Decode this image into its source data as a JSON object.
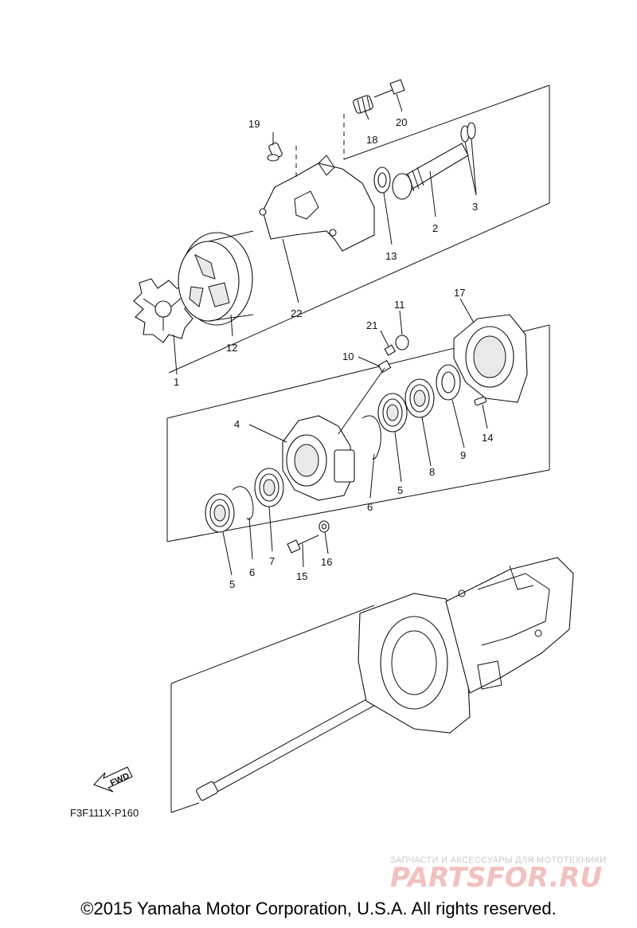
{
  "callouts": [
    {
      "id": "1",
      "text": "1"
    },
    {
      "id": "2",
      "text": "2"
    },
    {
      "id": "3",
      "text": "3"
    },
    {
      "id": "4",
      "text": "4"
    },
    {
      "id": "5a",
      "text": "5"
    },
    {
      "id": "5b",
      "text": "5"
    },
    {
      "id": "6a",
      "text": "6"
    },
    {
      "id": "6b",
      "text": "6"
    },
    {
      "id": "7",
      "text": "7"
    },
    {
      "id": "8",
      "text": "8"
    },
    {
      "id": "9",
      "text": "9"
    },
    {
      "id": "10",
      "text": "10"
    },
    {
      "id": "11",
      "text": "11"
    },
    {
      "id": "12",
      "text": "12"
    },
    {
      "id": "13",
      "text": "13"
    },
    {
      "id": "14",
      "text": "14"
    },
    {
      "id": "15",
      "text": "15"
    },
    {
      "id": "16",
      "text": "16"
    },
    {
      "id": "17",
      "text": "17"
    },
    {
      "id": "18",
      "text": "18"
    },
    {
      "id": "19",
      "text": "19"
    },
    {
      "id": "20",
      "text": "20"
    },
    {
      "id": "21",
      "text": "21"
    },
    {
      "id": "22",
      "text": "22"
    }
  ],
  "figure_code": "F3F111X-P160",
  "fwd_label": "FWD",
  "watermark": {
    "tagline": "ЗАПЧАСТИ И АКСЕССУАРЫ ДЛЯ МОТОТЕХНИКИ",
    "logo_text": "PARTSFOR.RU"
  },
  "copyright": "©2015 Yamaha Motor Corporation, U.S.A. All rights reserved."
}
